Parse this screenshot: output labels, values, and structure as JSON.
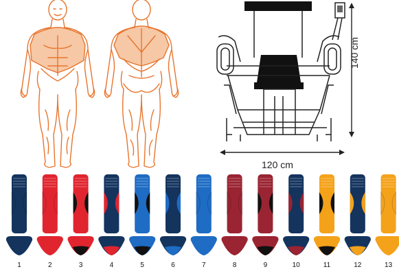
{
  "dimensions": {
    "width_label": "120 cm",
    "height_label": "140 cm"
  },
  "colors": {
    "muscle_outline": "#E8742C",
    "muscle_fill": "#F6C8A6",
    "navy": "#14345E",
    "red": "#E0252F",
    "blue": "#1E6CC4",
    "maroon": "#9A2432",
    "orange": "#F4A21A",
    "black": "#111111"
  },
  "handles": [
    {
      "number": "1",
      "shaft": "navy",
      "accent": "none",
      "base": "navy",
      "base_tip": "navy"
    },
    {
      "number": "2",
      "shaft": "red",
      "accent": "none",
      "base": "red",
      "base_tip": "red"
    },
    {
      "number": "3",
      "shaft": "red",
      "accent": "black",
      "base": "red",
      "base_tip": "black"
    },
    {
      "number": "4",
      "shaft": "navy",
      "accent": "red",
      "base": "navy",
      "base_tip": "red"
    },
    {
      "number": "5",
      "shaft": "blue",
      "accent": "black",
      "base": "blue",
      "base_tip": "black"
    },
    {
      "number": "6",
      "shaft": "navy",
      "accent": "blue",
      "base": "navy",
      "base_tip": "blue"
    },
    {
      "number": "7",
      "shaft": "blue",
      "accent": "none",
      "base": "blue",
      "base_tip": "blue"
    },
    {
      "number": "8",
      "shaft": "maroon",
      "accent": "none",
      "base": "maroon",
      "base_tip": "maroon"
    },
    {
      "number": "9",
      "shaft": "maroon",
      "accent": "black",
      "base": "maroon",
      "base_tip": "black"
    },
    {
      "number": "10",
      "shaft": "navy",
      "accent": "maroon",
      "base": "navy",
      "base_tip": "maroon"
    },
    {
      "number": "11",
      "shaft": "orange",
      "accent": "black",
      "base": "orange",
      "base_tip": "black"
    },
    {
      "number": "12",
      "shaft": "navy",
      "accent": "orange",
      "base": "navy",
      "base_tip": "orange"
    },
    {
      "number": "13",
      "shaft": "orange",
      "accent": "none",
      "base": "orange",
      "base_tip": "orange"
    }
  ]
}
